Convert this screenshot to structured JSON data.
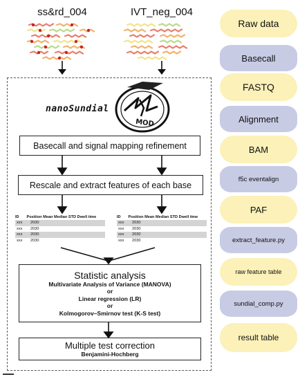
{
  "samples": {
    "left_title": "ss&rd_004",
    "right_title": "IVT_neg_004"
  },
  "tool_name": "nanoSundial",
  "logo_text": "MOD",
  "steps": {
    "basecall_refinement": "Basecall and signal mapping refinement",
    "rescale_extract": "Rescale and extract features of each base"
  },
  "feature_table": {
    "headers": [
      "ID",
      "Position",
      "Mean",
      "Median",
      "STD",
      "Dwell time"
    ],
    "rows": [
      {
        "id": "xxx",
        "position": "2030"
      },
      {
        "id": "xxx",
        "position": "2030"
      },
      {
        "id": "xxx",
        "position": "2030"
      },
      {
        "id": "xxx",
        "position": "2030"
      }
    ]
  },
  "statistics": {
    "title": "Statistic analysis",
    "line1_pre": "Multivariate Analysis of Variance (",
    "line1_bold": "MANOVA",
    "line1_post": ")",
    "or1": "or",
    "line2_pre": "Linear regression (",
    "line2_bold": "LR",
    "line2_post": ")",
    "or2": "or",
    "line3_pre": "Kolmogorov–Smirnov test (",
    "line3_bold": "K-S test",
    "line3_post": ")"
  },
  "correction": {
    "title": "Multiple test correction",
    "method": "Benjamini-Hochberg"
  },
  "pipeline": [
    {
      "label": "Raw data",
      "kind": "file"
    },
    {
      "label": "Basecall",
      "kind": "tool"
    },
    {
      "label": "FASTQ",
      "kind": "file"
    },
    {
      "label": "Alignment",
      "kind": "tool"
    },
    {
      "label": "BAM",
      "kind": "file"
    },
    {
      "label": "f5c eventalign",
      "kind": "tool"
    },
    {
      "label": "PAF",
      "kind": "file"
    },
    {
      "label": "extract_feature.py",
      "kind": "tool"
    },
    {
      "label": "raw feature table",
      "kind": "file"
    },
    {
      "label": "sundial_comp.py",
      "kind": "tool"
    },
    {
      "label": "result table",
      "kind": "file"
    }
  ],
  "colors": {
    "file_fill": "#fbf1b9",
    "tool_fill": "#c8cbe4",
    "read_red": "#e8806e",
    "read_orange": "#f2b36b",
    "read_yellow": "#f1e58a",
    "read_green": "#b9dc8a",
    "dot_red": "#cc2020",
    "row_shade": "#d4d4d4"
  }
}
